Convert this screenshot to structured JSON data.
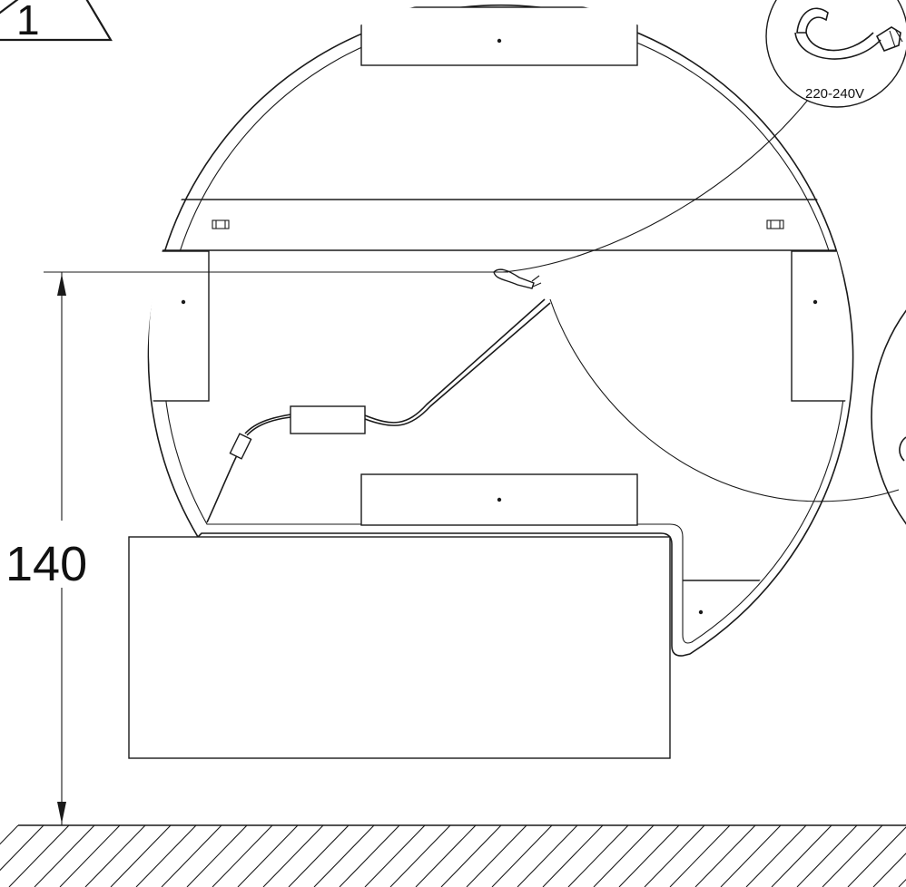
{
  "warning_step": "1",
  "dimension": {
    "value": "140"
  },
  "detail_label": {
    "voltage": "220-240V"
  }
}
